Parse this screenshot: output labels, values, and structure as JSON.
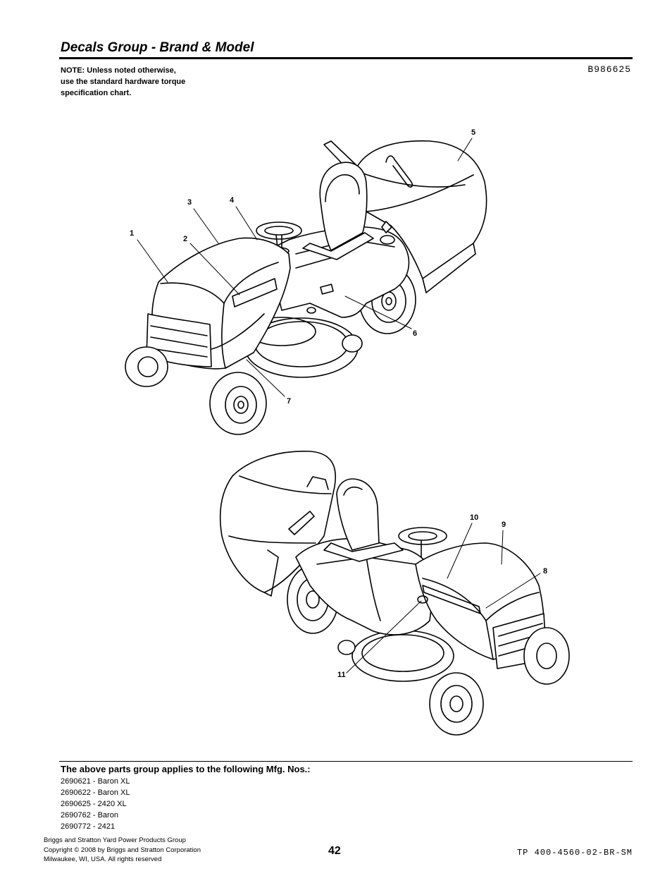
{
  "header": {
    "title": "Decals Group - Brand & Model",
    "note_lines": [
      "NOTE: Unless noted otherwise,",
      "use the standard hardware torque",
      "specification chart."
    ],
    "drawing_number": "B986625"
  },
  "diagram": {
    "callouts": [
      "1",
      "2",
      "3",
      "4",
      "5",
      "6",
      "7",
      "8",
      "9",
      "10",
      "11"
    ]
  },
  "applies": {
    "heading": "The above parts group applies to the following Mfg. Nos.:",
    "items": [
      "2690621 - Baron XL",
      "2690622 - Baron XL",
      "2690625 - 2420 XL",
      "2690762 - Baron",
      "2690772 - 2421"
    ]
  },
  "footer": {
    "company_lines": [
      "Briggs and Stratton Yard Power Products Group",
      "Copyright ©  2008 by Briggs and Stratton Corporation",
      "Milwaukee, WI, USA. All rights reserved"
    ],
    "page_number": "42",
    "doc_code": "TP 400-4560-02-BR-SM"
  }
}
